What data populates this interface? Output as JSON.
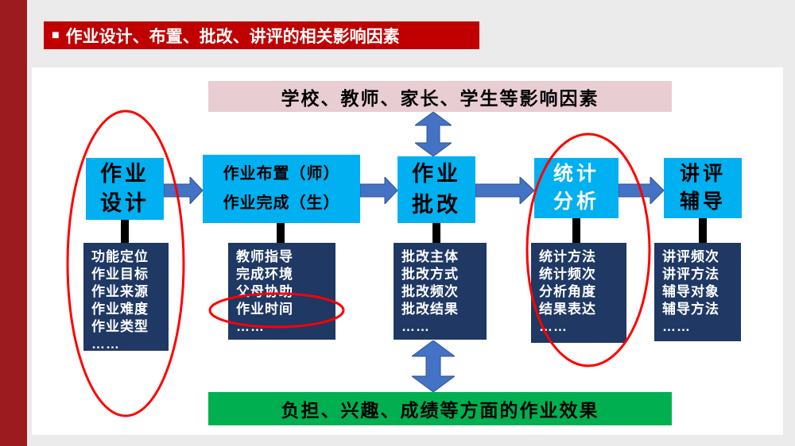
{
  "header": {
    "bullet": "■",
    "title": "作业设计、布置、批改、讲评的相关影响因素"
  },
  "diagram": {
    "top_banner": "学校、教师、家长、学生等影响因素",
    "bottom_banner": "负担、兴趣、成绩等方面的作业效果",
    "columns": [
      {
        "box_lines": [
          "作业",
          "设计"
        ],
        "items": [
          "功能定位",
          "作业目标",
          "作业来源",
          "作业难度",
          "作业类型",
          "……"
        ]
      },
      {
        "box_lines": [
          "作业布置（师）",
          "作业完成（生）"
        ],
        "items": [
          "教师指导",
          "完成环境",
          "父母协助",
          "作业时间",
          "……"
        ]
      },
      {
        "box_lines": [
          "作业",
          "批改"
        ],
        "items": [
          "批改主体",
          "批改方式",
          "批改频次",
          "批改结果",
          "……"
        ]
      },
      {
        "box_lines": [
          "统计",
          "分析"
        ],
        "items": [
          "统计方法",
          "统计频次",
          "分析角度",
          "结果表达",
          "……"
        ]
      },
      {
        "box_lines": [
          "讲评",
          "辅导"
        ],
        "items": [
          "讲评频次",
          "讲评方法",
          "辅导对象",
          "辅导方法",
          "……"
        ]
      }
    ]
  },
  "colors": {
    "title_red": "#C00000",
    "side_strip_red": "#9C1B1E",
    "stage_box_blue": "#00B0F0",
    "arrow_blue": "#4472C4",
    "detail_box_navy": "#1F3864",
    "top_banner_pink": "#E8CDD3",
    "bottom_banner_green": "#00B050",
    "annotation_red": "#FF0000",
    "background_gray": "#EBEBEB"
  }
}
